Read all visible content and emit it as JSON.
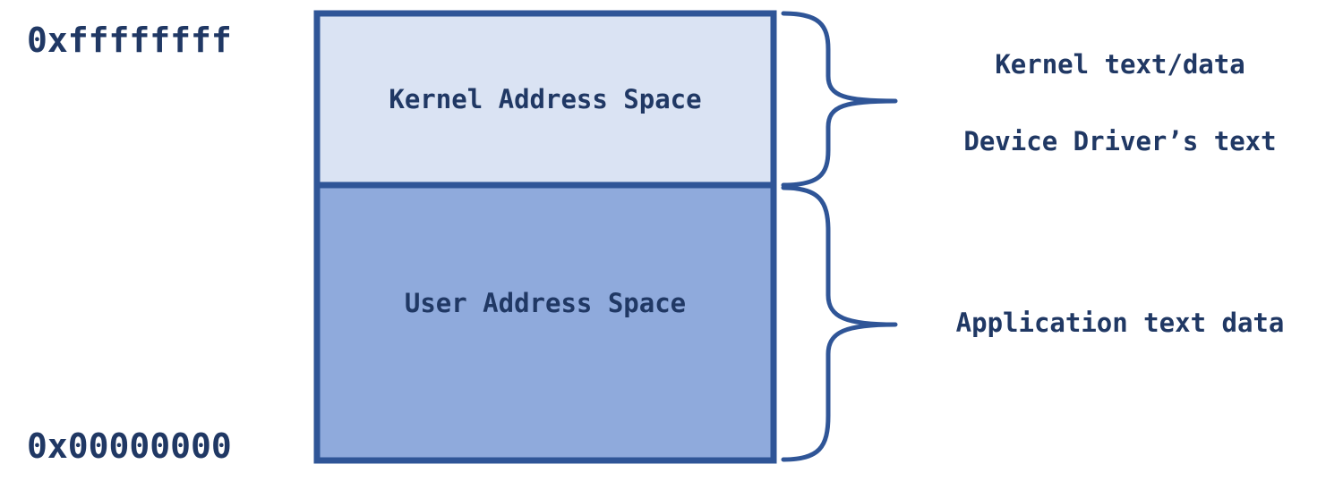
{
  "colors": {
    "border": "#2f5597",
    "text": "#203864",
    "kernel_fill": "#dae3f3",
    "user_fill": "#8faadc",
    "background": "#ffffff"
  },
  "addresses": {
    "top": "0xffffffff",
    "bottom": "0x00000000"
  },
  "regions": {
    "kernel": {
      "label": "Kernel Address Space"
    },
    "user": {
      "label": "User Address Space"
    }
  },
  "annotations": {
    "kernel": [
      "Kernel text/data",
      "Device Driver’s text"
    ],
    "user": [
      "Application text data"
    ]
  }
}
